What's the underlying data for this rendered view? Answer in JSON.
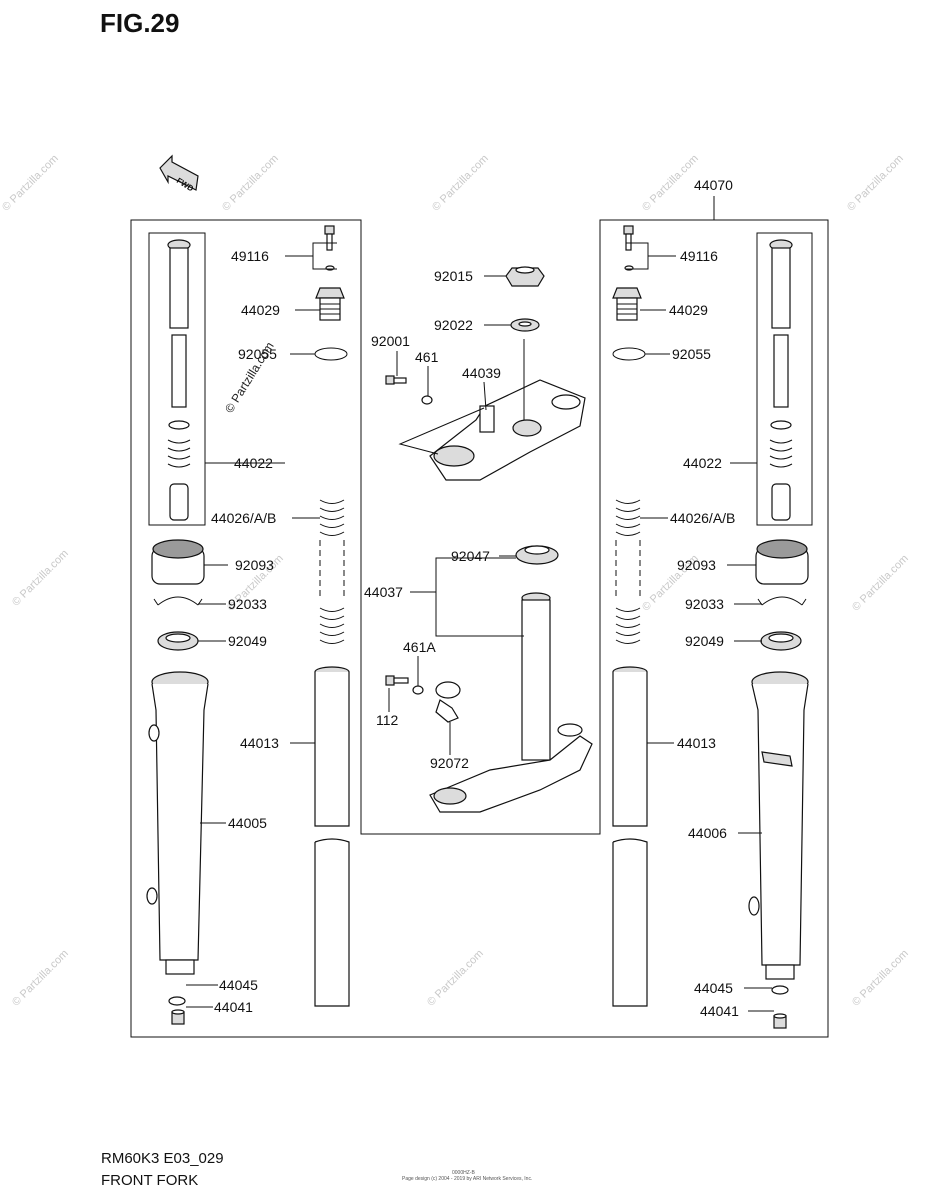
{
  "figure": {
    "title": "FIG.29",
    "model_code": "RM60K3 E03_029",
    "caption": "FRONT FORK",
    "assembly_number": "44070",
    "fwd_label": "FWD",
    "small_code": "0000HZ-B",
    "footer_note": "Page design (c) 2004 - 2019 by ARI Network Services, Inc.",
    "watermark": "© Partzilla.com"
  },
  "callouts": {
    "l_49116": "49116",
    "l_44029": "44029",
    "l_92055": "92055",
    "l_44022": "44022",
    "l_44026": "44026/A/B",
    "l_92093": "92093",
    "l_92033": "92033",
    "l_92049": "92049",
    "l_44013": "44013",
    "l_44005": "44005",
    "l_44045": "44045",
    "l_44041": "44041",
    "c_92015": "92015",
    "c_92022": "92022",
    "c_92001": "92001",
    "c_461": "461",
    "c_44039": "44039",
    "c_92047": "92047",
    "c_44037": "44037",
    "c_461A": "461A",
    "c_112": "112",
    "c_92072": "92072",
    "r_49116": "49116",
    "r_44029": "44029",
    "r_92055": "92055",
    "r_44022": "44022",
    "r_44026": "44026/A/B",
    "r_92093": "92093",
    "r_92033": "92033",
    "r_92049": "92049",
    "r_44013": "44013",
    "r_44006": "44006",
    "r_44045": "44045",
    "r_44041": "44041"
  }
}
